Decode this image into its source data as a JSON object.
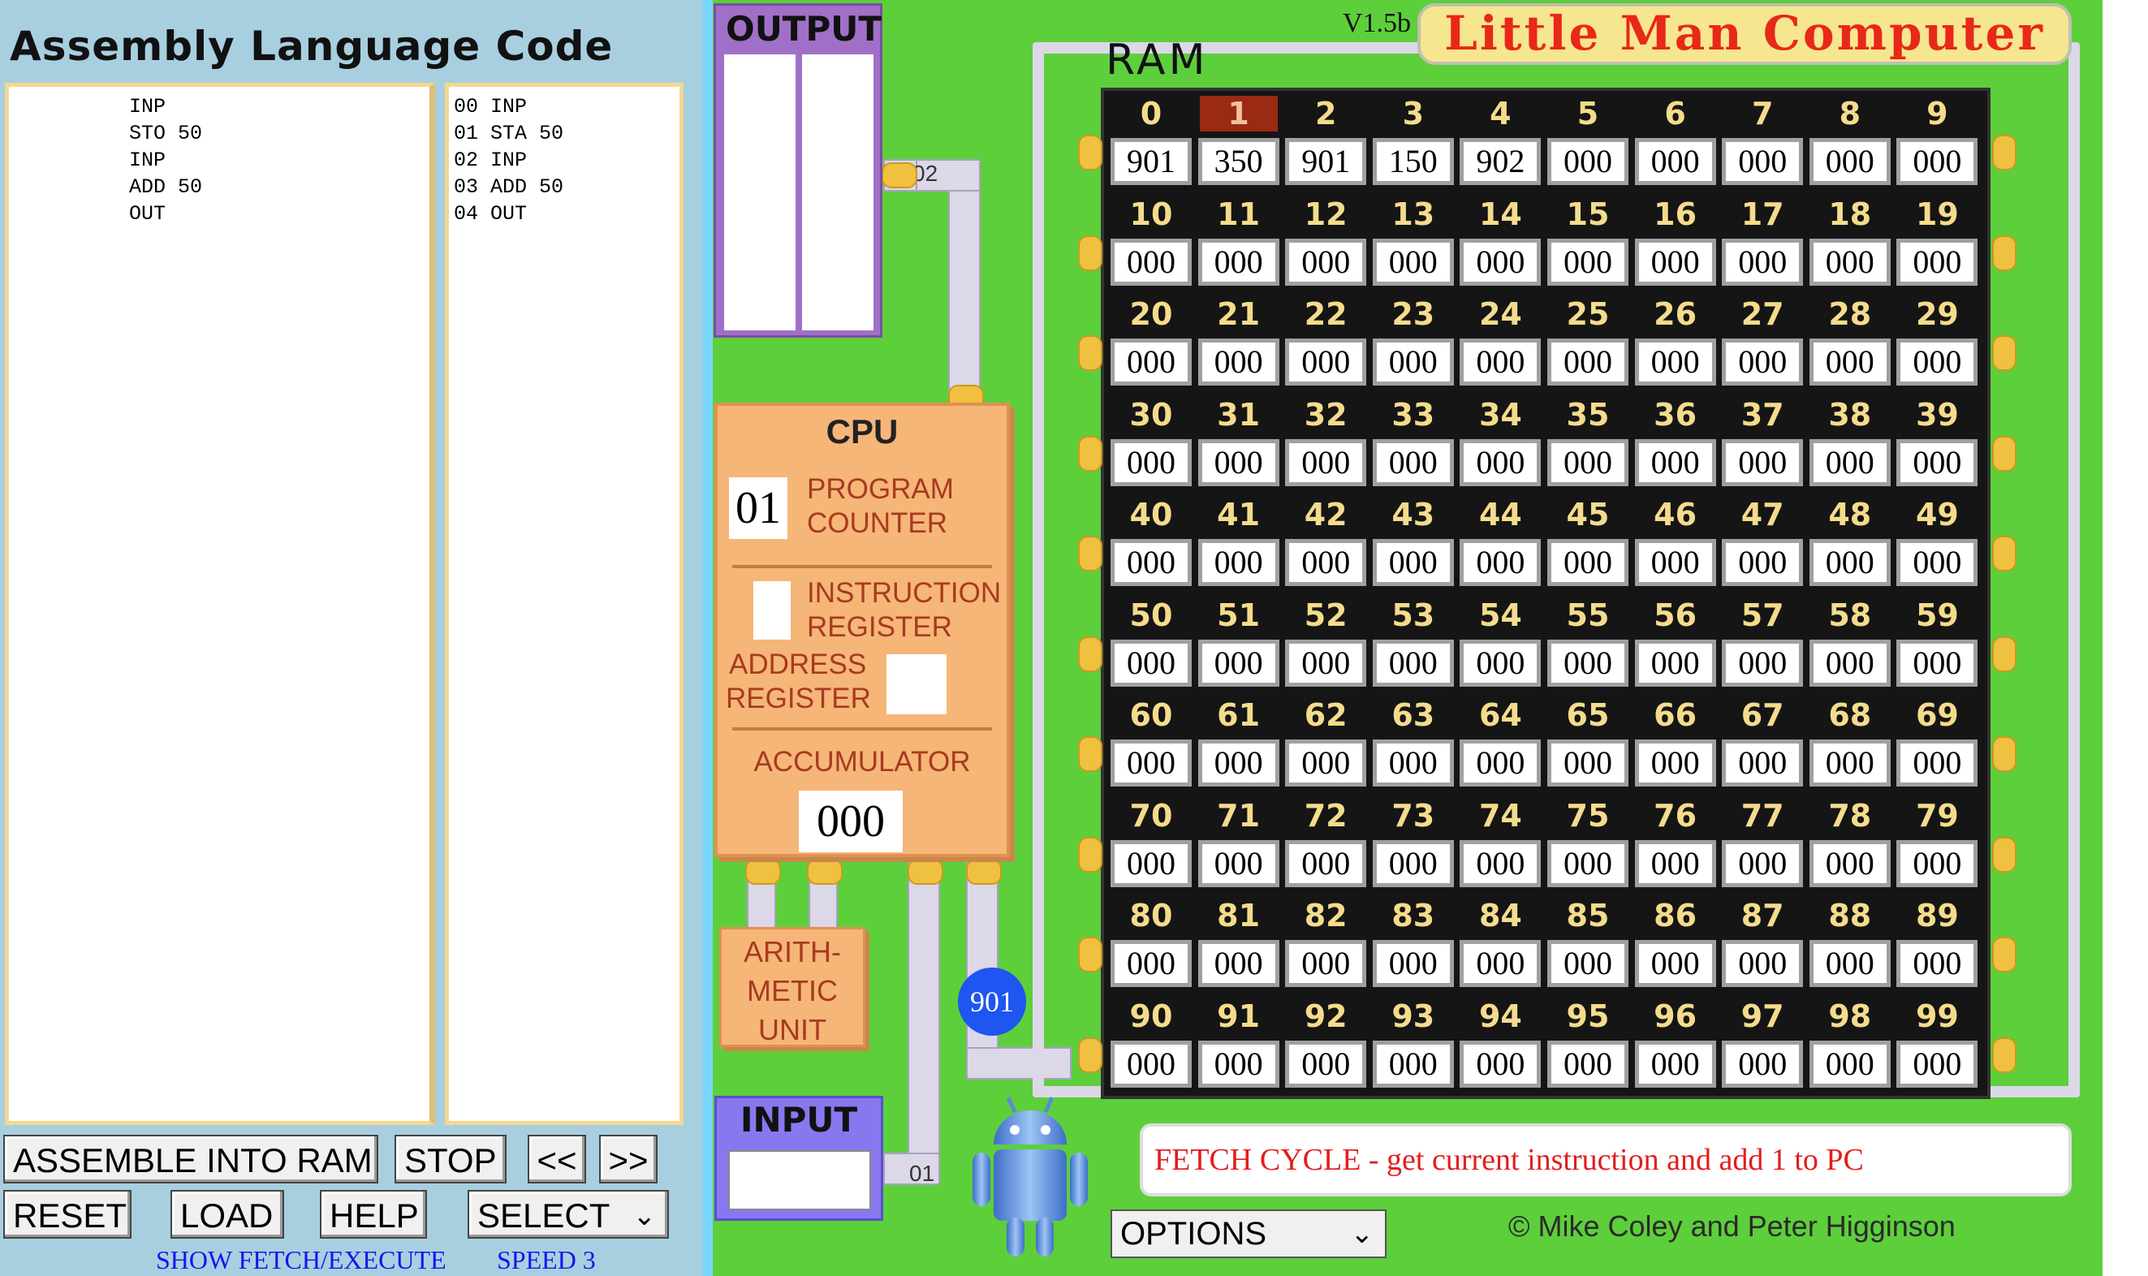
{
  "left": {
    "title": "Assembly Language Code",
    "source_code": "INP\nSTO 50\nINP\nADD 50\nOUT",
    "assembled_listing": "00 INP\n01 STA 50\n02 INP\n03 ADD 50\n04 OUT"
  },
  "buttons": {
    "assemble": "ASSEMBLE INTO RAM",
    "stop": "STOP",
    "back": "<<",
    "forward": ">>",
    "reset": "RESET",
    "load": "LOAD",
    "help": "HELP",
    "select": "SELECT",
    "show_fetch": "SHOW FETCH/EXECUTE",
    "speed": "SPEED 3"
  },
  "output": {
    "label": "OUTPUT",
    "wire_label": "02"
  },
  "cpu": {
    "title": "CPU",
    "program_counter_label_1": "PROGRAM",
    "program_counter_label_2": "COUNTER",
    "program_counter_value": "01",
    "instruction_register_label_1": "INSTRUCTION",
    "instruction_register_label_2": "REGISTER",
    "instruction_register_value": "",
    "address_register_label_1": "ADDRESS",
    "address_register_label_2": "REGISTER",
    "address_register_value": "",
    "accumulator_label": "ACCUMULATOR",
    "accumulator_value": "000"
  },
  "alu": {
    "line1": "ARITH-",
    "line2": "METIC",
    "line3": "UNIT"
  },
  "bus_value": "901",
  "input": {
    "label": "INPUT",
    "value": "",
    "wire_label": "01"
  },
  "ram": {
    "title": "RAM",
    "current_address": 1,
    "values": [
      "901",
      "350",
      "901",
      "150",
      "902",
      "000",
      "000",
      "000",
      "000",
      "000",
      "000",
      "000",
      "000",
      "000",
      "000",
      "000",
      "000",
      "000",
      "000",
      "000",
      "000",
      "000",
      "000",
      "000",
      "000",
      "000",
      "000",
      "000",
      "000",
      "000",
      "000",
      "000",
      "000",
      "000",
      "000",
      "000",
      "000",
      "000",
      "000",
      "000",
      "000",
      "000",
      "000",
      "000",
      "000",
      "000",
      "000",
      "000",
      "000",
      "000",
      "000",
      "000",
      "000",
      "000",
      "000",
      "000",
      "000",
      "000",
      "000",
      "000",
      "000",
      "000",
      "000",
      "000",
      "000",
      "000",
      "000",
      "000",
      "000",
      "000",
      "000",
      "000",
      "000",
      "000",
      "000",
      "000",
      "000",
      "000",
      "000",
      "000",
      "000",
      "000",
      "000",
      "000",
      "000",
      "000",
      "000",
      "000",
      "000",
      "000",
      "000",
      "000",
      "000",
      "000",
      "000",
      "000",
      "000",
      "000",
      "000",
      "000"
    ]
  },
  "header": {
    "version": "V1.5b",
    "app_title": "Little Man Computer"
  },
  "message": "FETCH CYCLE - get current instruction and add 1 to PC",
  "options": "OPTIONS",
  "copyright": "© Mike Coley and Peter Higginson",
  "colors": {
    "machine_bg": "#5dcf3b",
    "cpu_bg": "#f5b678",
    "ram_bg": "#151515",
    "message_text": "#e41c1c",
    "link_text": "#1515ee"
  }
}
